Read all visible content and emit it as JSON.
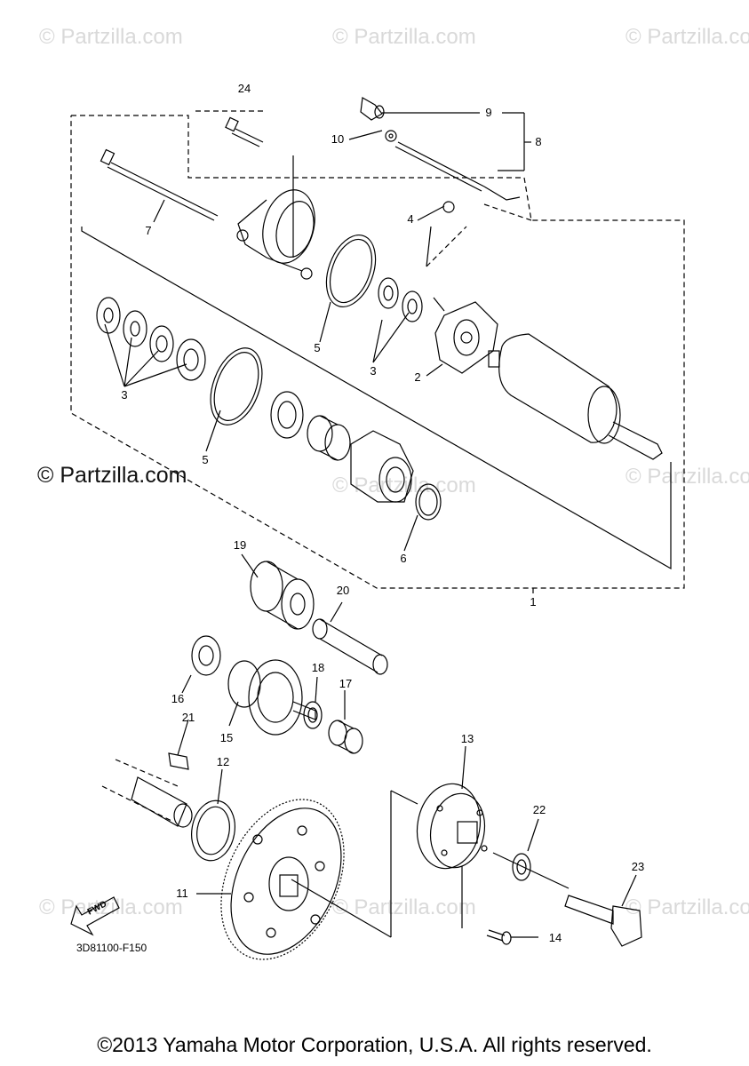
{
  "watermark": {
    "text": "© Partzilla.com",
    "main_text": "© Partzilla.com"
  },
  "diagram_code": "3D81100-F150",
  "fwd_label": "FWD",
  "copyright": "©2013 Yamaha Motor Corporation, U.S.A. All rights reserved.",
  "callouts": {
    "n1": "1",
    "n2": "2",
    "n3a": "3",
    "n3b": "3",
    "n4": "4",
    "n5a": "5",
    "n5b": "5",
    "n6": "6",
    "n7": "7",
    "n8": "8",
    "n9": "9",
    "n10": "10",
    "n11": "11",
    "n12": "12",
    "n13": "13",
    "n14": "14",
    "n15": "15",
    "n16": "16",
    "n17": "17",
    "n18": "18",
    "n19": "19",
    "n20": "20",
    "n21": "21",
    "n22": "22",
    "n23": "23",
    "n24": "24"
  }
}
